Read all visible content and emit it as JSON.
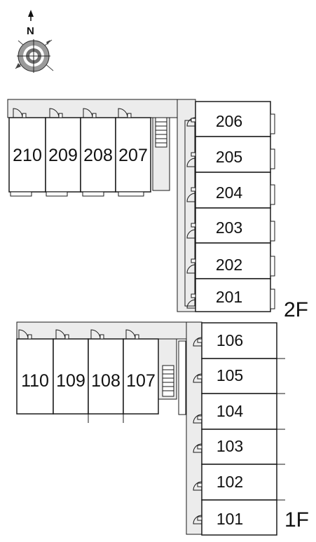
{
  "compass": {
    "north_label": "N",
    "icon": "compass-rose-icon"
  },
  "floors": [
    {
      "label": "2F",
      "units_row": [
        "210",
        "209",
        "208",
        "207"
      ],
      "units_column": [
        "206",
        "205",
        "204",
        "203",
        "202",
        "201"
      ]
    },
    {
      "label": "1F",
      "units_row": [
        "110",
        "109",
        "108",
        "107"
      ],
      "units_column": [
        "106",
        "105",
        "104",
        "103",
        "102",
        "101"
      ]
    }
  ],
  "colors": {
    "line": "#1a1a1a",
    "corridor": "#ececec",
    "background": "#ffffff"
  }
}
